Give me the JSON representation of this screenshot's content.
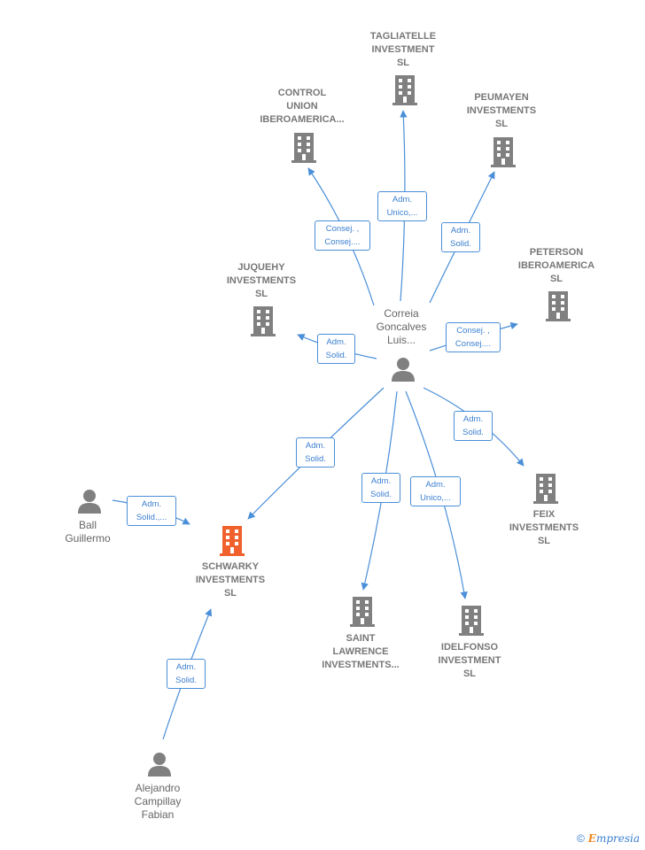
{
  "colors": {
    "company": "#808080",
    "focus_company": "#f0612e",
    "person": "#808080",
    "edge": "#4a8fd8",
    "label": "#777777",
    "brand_accent": "#f08a24"
  },
  "nodes": {
    "tagliatelle": {
      "name": [
        "TAGLIATELLE",
        "INVESTMENT",
        "SL"
      ],
      "icon": "building-icon"
    },
    "control_union": {
      "name": [
        "CONTROL",
        "UNION",
        "IBEROAMERICA..."
      ],
      "icon": "building-icon"
    },
    "peumayen": {
      "name": [
        "PEUMAYEN",
        "INVESTMENTS",
        "SL"
      ],
      "icon": "building-icon"
    },
    "peterson": {
      "name": [
        "PETERSON",
        "IBEROAMERICA",
        "SL"
      ],
      "icon": "building-icon"
    },
    "juquehy": {
      "name": [
        "JUQUEHY",
        "INVESTMENTS",
        "SL"
      ],
      "icon": "building-icon"
    },
    "correia": {
      "name": [
        "Correia",
        "Goncalves",
        "Luis..."
      ],
      "icon": "person-icon"
    },
    "feix": {
      "name": [
        "FEIX",
        "INVESTMENTS",
        "SL"
      ],
      "icon": "building-icon"
    },
    "ball": {
      "name": [
        "Ball",
        "Guillermo"
      ],
      "icon": "person-icon"
    },
    "schwarky": {
      "name": [
        "SCHWARKY",
        "INVESTMENTS",
        "SL"
      ],
      "icon": "building-icon"
    },
    "saint_lawrence": {
      "name": [
        "SAINT",
        "LAWRENCE",
        "INVESTMENTS..."
      ],
      "icon": "building-icon"
    },
    "idelfonso": {
      "name": [
        "IDELFONSO",
        "INVESTMENT",
        "SL"
      ],
      "icon": "building-icon"
    },
    "alejandro": {
      "name": [
        "Alejandro",
        "Campillay",
        "Fabian"
      ],
      "icon": "person-icon"
    }
  },
  "relations": {
    "to_tagliatelle": [
      "Adm.",
      "Unico,..."
    ],
    "to_control_union": [
      "Consej. ,",
      "Consej...."
    ],
    "to_peumayen": [
      "Adm.",
      "Solid."
    ],
    "to_peterson": [
      "Consej. ,",
      "Consej...."
    ],
    "to_juquehy": [
      "Adm.",
      "Solid."
    ],
    "to_feix": [
      "Adm.",
      "Solid."
    ],
    "to_schwarky_from_correia": [
      "Adm.",
      "Solid."
    ],
    "to_saint_lawrence": [
      "Adm.",
      "Solid."
    ],
    "to_idelfonso": [
      "Adm.",
      "Unico,..."
    ],
    "ball_to_schwarky": [
      "Adm.",
      "Solid.,..."
    ],
    "alejandro_to_schwarky": [
      "Adm.",
      "Solid."
    ]
  },
  "footer": {
    "copyright_symbol": "©",
    "brand_first": "E",
    "brand_rest": "mpresia"
  }
}
